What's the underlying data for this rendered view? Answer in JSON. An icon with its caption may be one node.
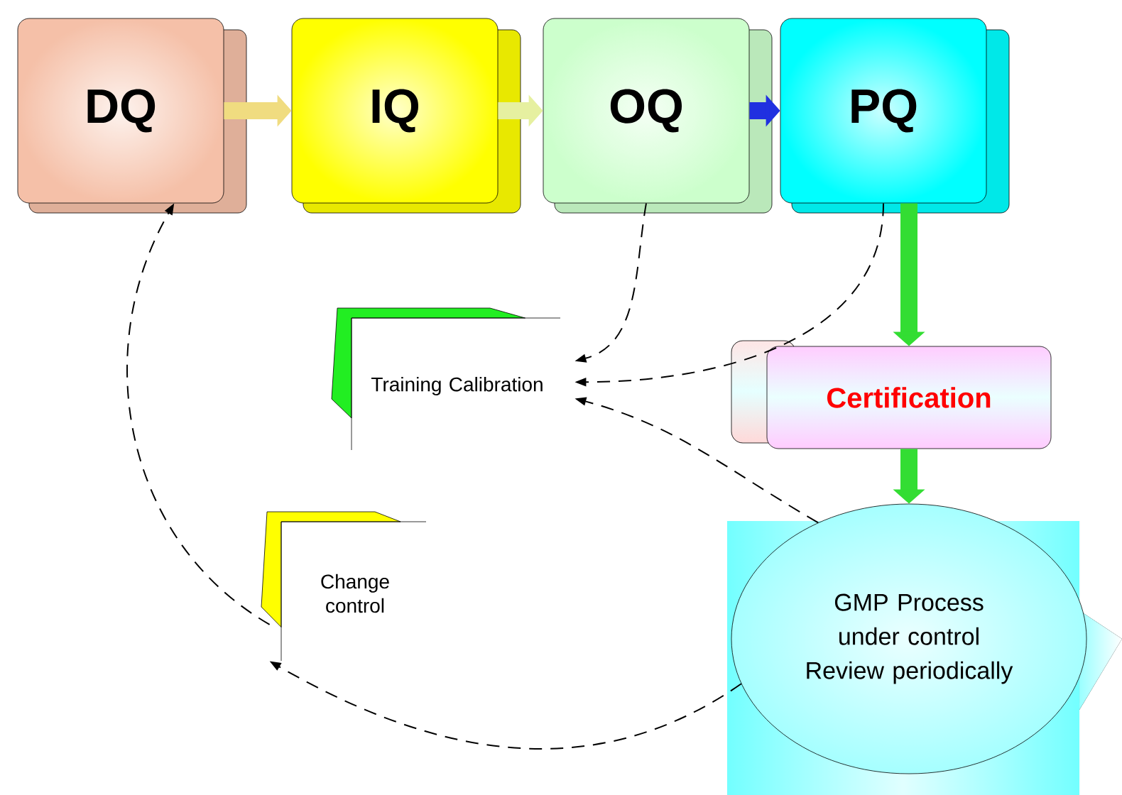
{
  "diagram": {
    "nodes": [
      {
        "text": [
          "DQ"
        ]
      },
      {
        "text": [
          "IQ"
        ]
      },
      {
        "text": [
          "OQ"
        ]
      },
      {
        "text": [
          "PQ"
        ]
      },
      {
        "text": [
          "Training Calibration"
        ]
      },
      {
        "text": [
          "Certification"
        ]
      },
      {
        "text": [
          "Change control"
        ]
      },
      {
        "text": [
          "GMP Process under control Review periodically"
        ]
      }
    ],
    "edges": [
      {
        "from": 0,
        "to": 1,
        "arrow": "to",
        "style": "thick",
        "color": "#f0dc80"
      },
      {
        "from": 1,
        "to": 2,
        "arrow": "to",
        "style": "thick",
        "color": "#e6f0a0"
      },
      {
        "from": 2,
        "to": 3,
        "arrow": "to",
        "style": "thick",
        "color": "#2030e0"
      },
      {
        "from": 3,
        "to": 5,
        "arrow": "to",
        "style": "thick",
        "color": "#33dd33"
      },
      {
        "from": 5,
        "to": 7,
        "arrow": "to",
        "style": "thick",
        "color": "#33dd33"
      },
      {
        "from": 2,
        "to": 4,
        "arrow": "to",
        "style": "dashed"
      },
      {
        "from": 3,
        "to": 4,
        "arrow": "to",
        "style": "dashed"
      },
      {
        "from": 7,
        "to": 4,
        "arrow": "to",
        "style": "dashed"
      },
      {
        "from": 7,
        "to": 6,
        "arrow": "to",
        "style": "dashed"
      },
      {
        "from": 6,
        "to": 0,
        "arrow": "to",
        "style": "dashed"
      }
    ]
  }
}
